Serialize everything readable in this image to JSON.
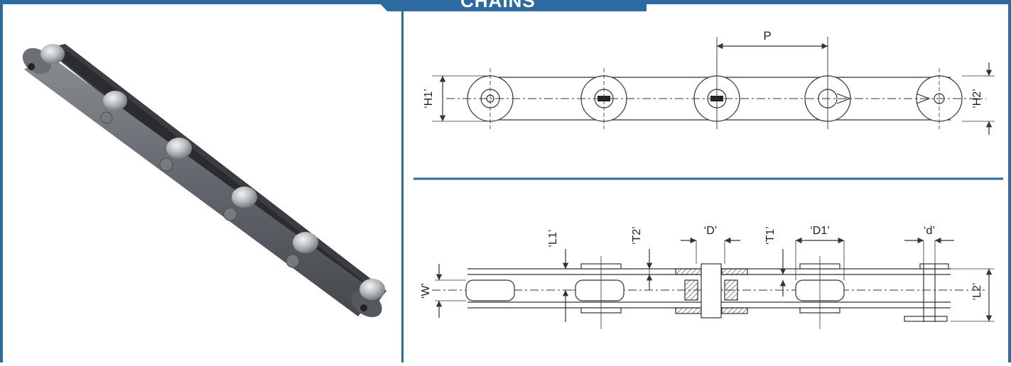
{
  "header": {
    "title": "CHAINS"
  },
  "top_view": {
    "pitch_label": "P",
    "height1_label": "‘H1’",
    "height2_label": "‘H2’"
  },
  "section_view": {
    "w_label": "‘W’",
    "l1_label": "‘L1’",
    "t2_label": "‘T2’",
    "d_label": "‘D’",
    "t1_label": "‘T1’",
    "d1_label": "‘D1’",
    "small_d_label": "‘d’",
    "l2_label": "‘L2’"
  },
  "colors": {
    "frame": "#2d6aa0",
    "line": "#333333",
    "hatch": "#555555"
  }
}
